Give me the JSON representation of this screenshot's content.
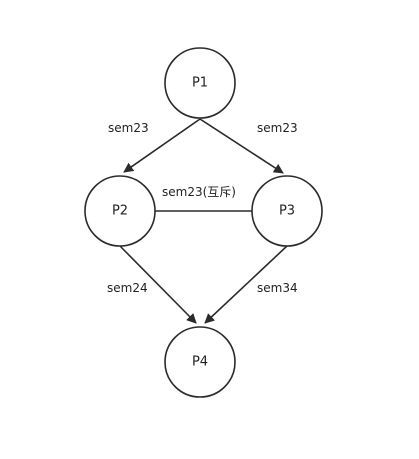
{
  "nodes": [
    {
      "id": "P1",
      "label": "P1"
    },
    {
      "id": "P2",
      "label": "P2"
    },
    {
      "id": "P3",
      "label": "P3"
    },
    {
      "id": "P4",
      "label": "P4"
    }
  ],
  "edges": [
    {
      "from": "P1",
      "to": "P2",
      "label": "sem23",
      "directed": true
    },
    {
      "from": "P1",
      "to": "P3",
      "label": "sem23",
      "directed": true
    },
    {
      "from": "P2",
      "to": "P3",
      "label": "sem23(互斥)",
      "directed": false
    },
    {
      "from": "P2",
      "to": "P4",
      "label": "sem24",
      "directed": true
    },
    {
      "from": "P3",
      "to": "P4",
      "label": "sem34",
      "directed": true
    }
  ],
  "colors": {
    "stroke": "#2b2b2b",
    "text": "#222222",
    "background": "#ffffff"
  }
}
